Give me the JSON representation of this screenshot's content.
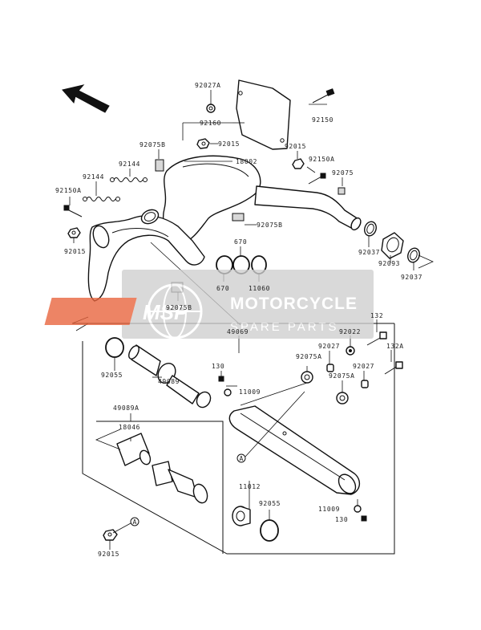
{
  "watermark": {
    "logo": "MSP",
    "line1": "MOTORCYCLE",
    "line2": "SPARE PARTS",
    "accent": "#e8623a",
    "panel": "#cfcfcf"
  },
  "callout": "A",
  "parts": [
    "92027A",
    "92160",
    "92150",
    "92075B",
    "92015",
    "18002",
    "92015",
    "92150A",
    "92075",
    "92144",
    "92144",
    "92150A",
    "92075B",
    "670",
    "92015",
    "92037",
    "92093",
    "92037",
    "670",
    "11060",
    "92075B",
    "49069",
    "132",
    "92022",
    "132A",
    "92055",
    "92027",
    "92075A",
    "92027",
    "130",
    "11009",
    "92075A",
    "49089",
    "49089A",
    "18046",
    "11012",
    "92055",
    "11009",
    "130",
    "92015"
  ]
}
